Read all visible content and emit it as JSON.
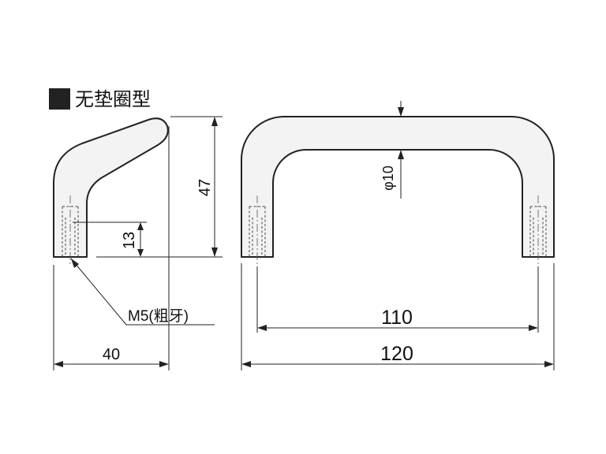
{
  "title": "无垫圈型",
  "colors": {
    "line": "#222222",
    "part_fill": "#f3f3f3",
    "title_square": "#222222"
  },
  "dimensions": {
    "height": "47",
    "thread_depth": "13",
    "depth": "40",
    "pitch": "110",
    "overall": "120",
    "diameter": "φ10"
  },
  "thread_callout": "M5(粗牙)"
}
